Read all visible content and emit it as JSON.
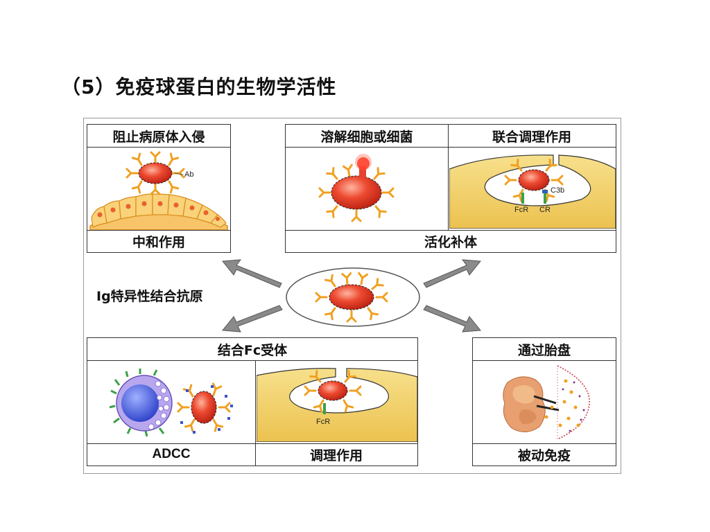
{
  "slide": {
    "title": "（5）免疫球蛋白的生物学活性"
  },
  "center": {
    "label": "Ig特异性结合抗原"
  },
  "panels": {
    "top_left": {
      "header": "阻止病原体入侵",
      "footer": "中和作用",
      "tag": "Ab"
    },
    "top_right": {
      "header_left": "溶解细胞或细菌",
      "header_right": "联合调理作用",
      "footer": "活化补体",
      "tags": {
        "c3b": "C3b",
        "fcr": "FcR",
        "cr": "CR"
      }
    },
    "bottom_left": {
      "header": "结合Fc受体",
      "footer_left": "ADCC",
      "footer_right": "调理作用",
      "tags": {
        "fcr": "FcR"
      }
    },
    "bottom_right": {
      "header": "通过胎盘",
      "footer": "被动免疫"
    }
  },
  "colors": {
    "cell_red": "#e8412e",
    "antibody_orange": "#f0a020",
    "membrane_yellow": "#f2d36b",
    "arrow_gray": "#7a7a7a",
    "nk_purple": "#7b58c8"
  }
}
